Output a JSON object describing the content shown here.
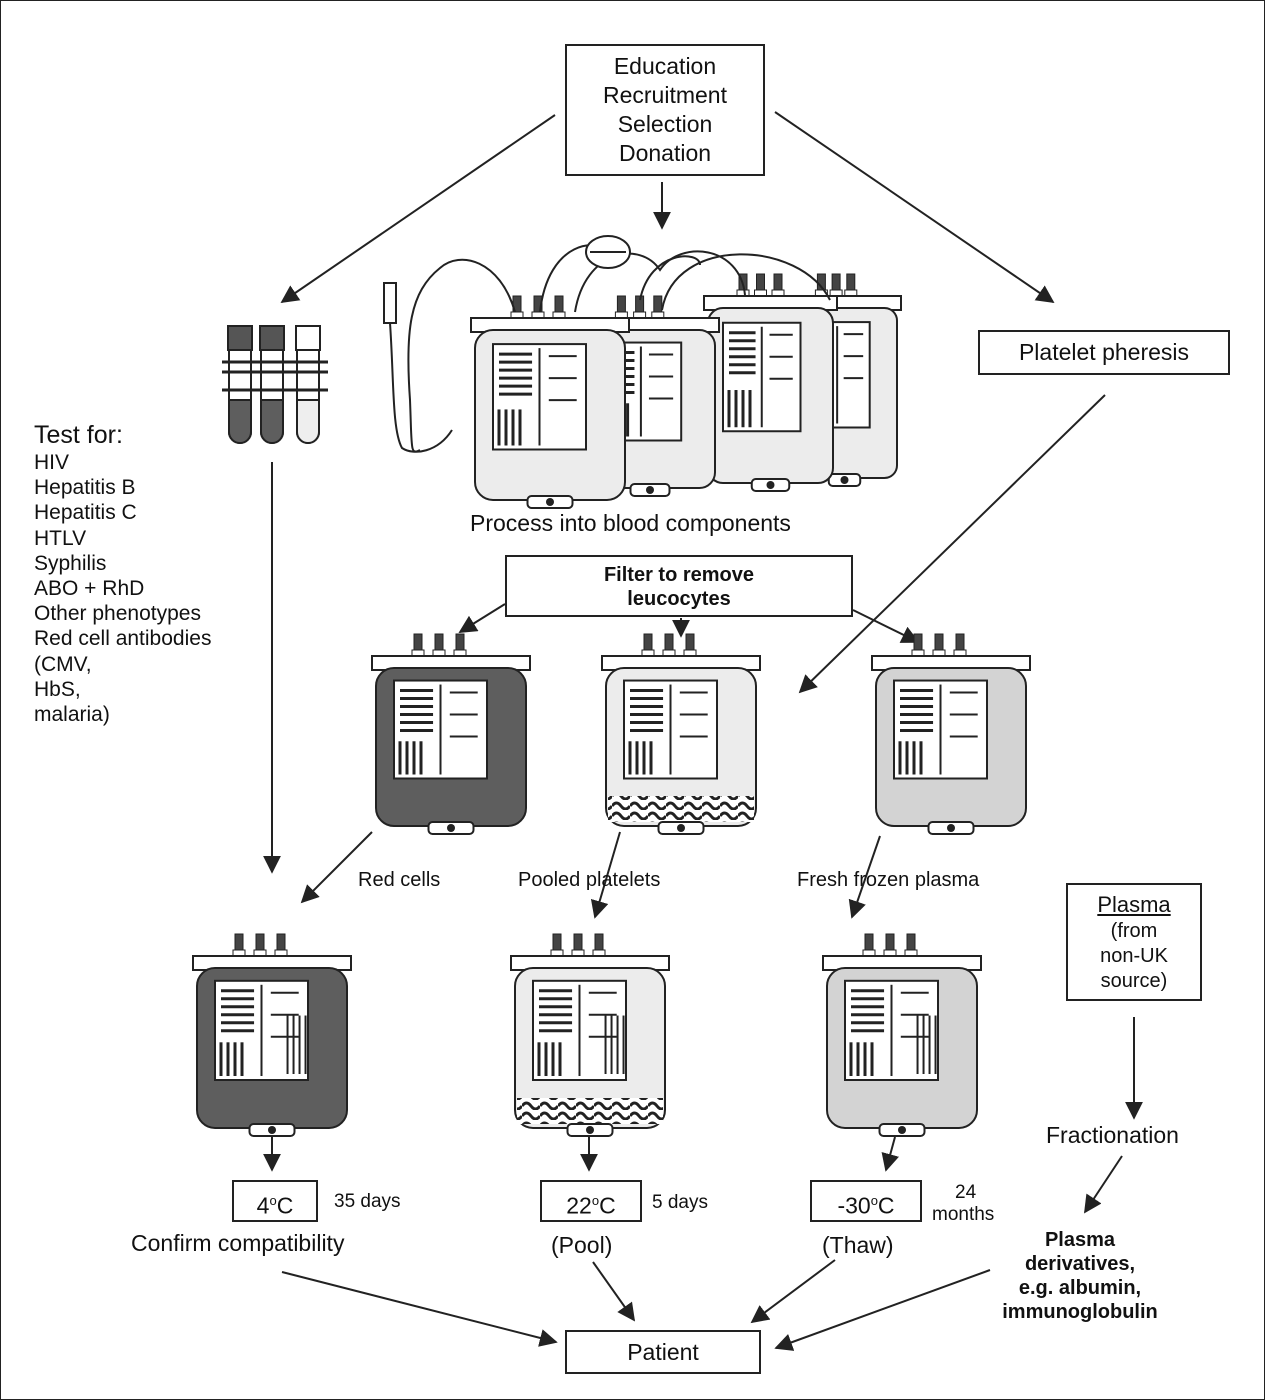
{
  "top_box": {
    "lines": [
      "Education",
      "Recruitment",
      "Selection",
      "Donation"
    ]
  },
  "pheresis": "Platelet pheresis",
  "process_label": "Process into blood components",
  "filter_box": {
    "lines": [
      "Filter to remove",
      "leucocytes"
    ]
  },
  "tests": {
    "title": "Test for:",
    "items": [
      "HIV",
      "Hepatitis B",
      "Hepatitis C",
      "HTLV",
      "Syphilis",
      "ABO + RhD",
      "Other phenotypes",
      "Red cell antibodies",
      "(CMV,",
      "HbS,",
      "malaria)"
    ]
  },
  "components": {
    "red_cells": "Red cells",
    "platelets": "Pooled platelets",
    "plasma": "Fresh frozen plasma"
  },
  "plasma_box": {
    "title": "Plasma",
    "lines": [
      "(from",
      "non-UK",
      "source)"
    ]
  },
  "fractionation": "Fractionation",
  "storage": {
    "red": {
      "temp": "4",
      "unit": "C",
      "deg": "o",
      "duration": "35 days",
      "note": "Confirm compatibility"
    },
    "platelets": {
      "temp": "22",
      "unit": "C",
      "deg": "o",
      "duration": "5 days",
      "note": "(Pool)"
    },
    "plasma": {
      "temp": "-30",
      "unit": "C",
      "deg": "o",
      "duration_a": "24",
      "duration_b": "months",
      "note": "(Thaw)"
    }
  },
  "derivatives": {
    "lines": [
      "Plasma",
      "derivatives,",
      "e.g. albumin,",
      "immunoglobulin"
    ]
  },
  "patient": "Patient",
  "colors": {
    "dark_bag": "#5e5e5e",
    "light_bag": "#ececec",
    "mid_bag": "#d3d3d3",
    "line": "#222222"
  }
}
